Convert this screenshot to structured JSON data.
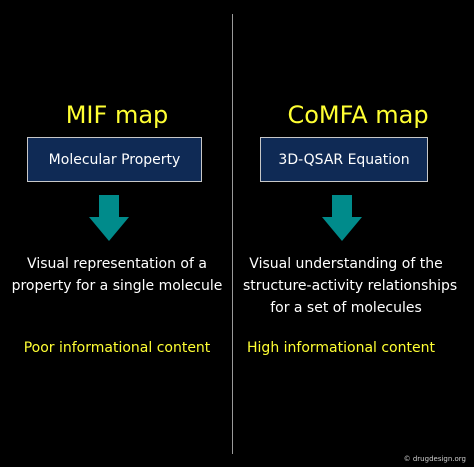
{
  "left": {
    "heading": "MIF map",
    "box_label": "Molecular Property",
    "description_lines": [
      "Visual representation of a",
      "property for a single molecule"
    ],
    "content_label": "Poor informational content"
  },
  "right": {
    "heading": "CoMFA map",
    "box_label": "3D-QSAR Equation",
    "description_lines": [
      "Visual understanding of the",
      "structure-activity relationships",
      "for a set of molecules"
    ],
    "content_label": "High informational content"
  },
  "credit": "© drugdesign.org",
  "colors": {
    "background": "#000000",
    "heading": "#ffff33",
    "box_fill": "#0f2a55",
    "arrow": "#008b8b",
    "content_label": "#ffff33"
  },
  "icons": {
    "arrow": "down-arrow-icon"
  }
}
